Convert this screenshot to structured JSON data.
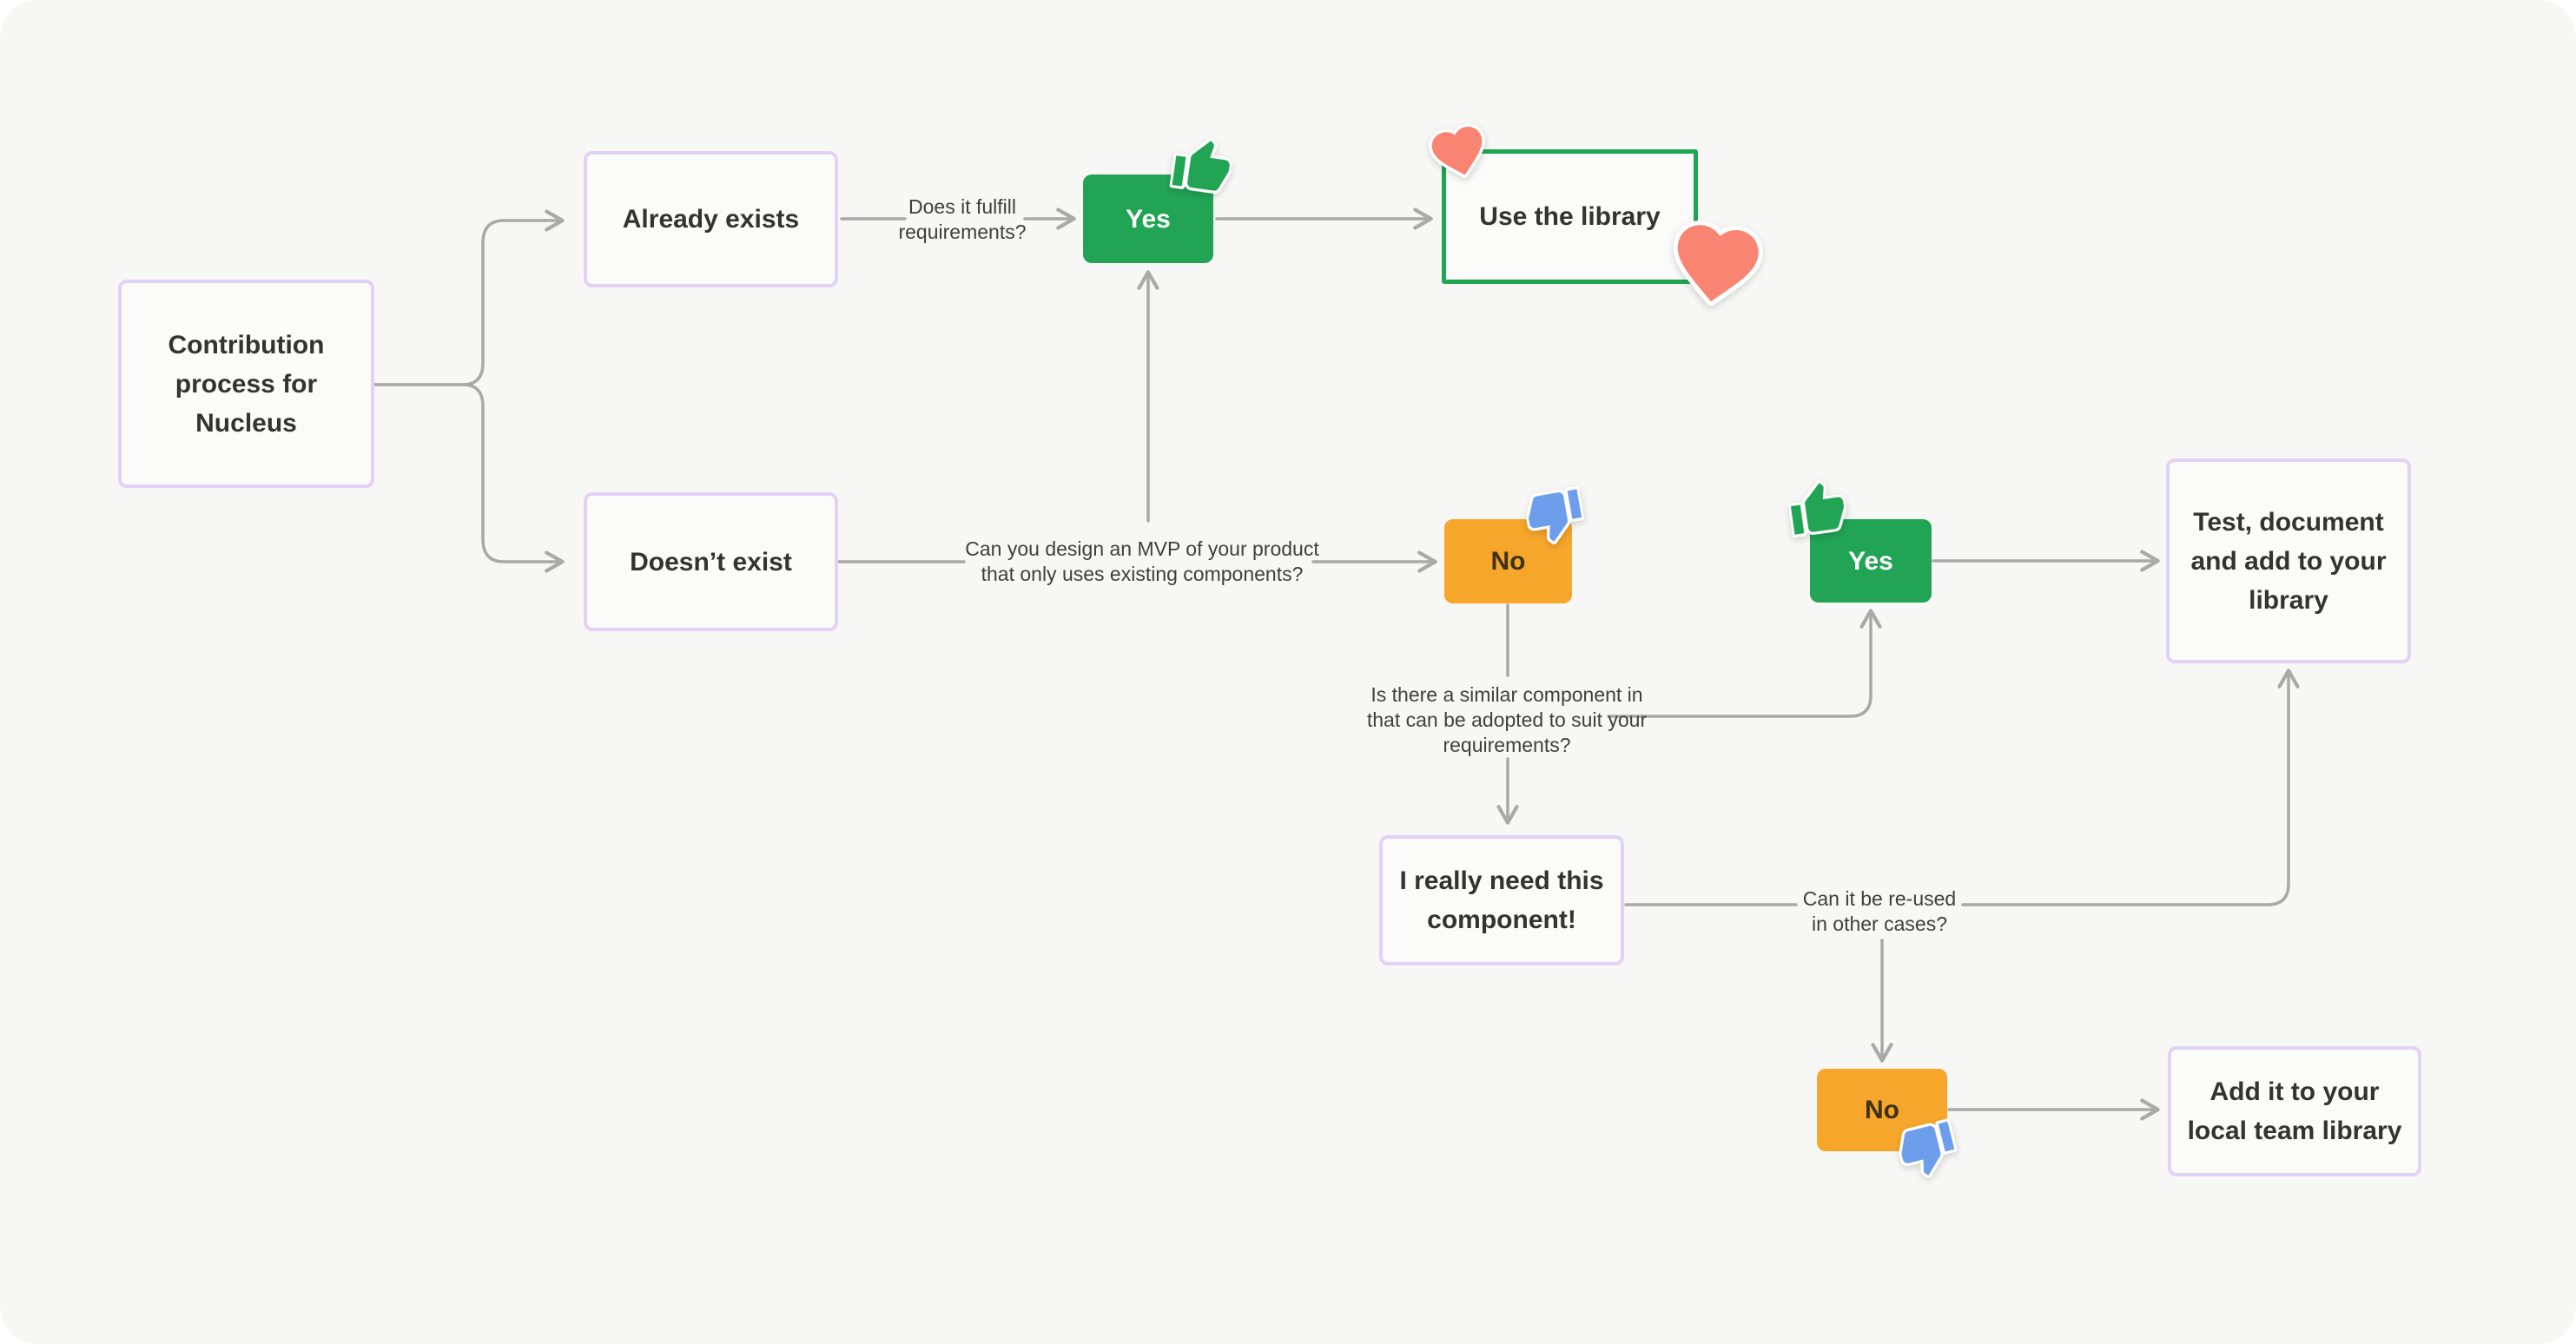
{
  "canvas": {
    "background": "#f7f7f5"
  },
  "colors": {
    "purple_border": "#e2d3f6",
    "green": "#21a454",
    "green_border": "#1da750",
    "orange": "#f6a62b",
    "connector_gray": "#a9a9a9",
    "heart_coral": "#f98471",
    "thumb_blue": "#6d9eec",
    "text_dark": "#333333"
  },
  "nodes": {
    "start": {
      "label": "Contribution process for Nucleus"
    },
    "already_exists": {
      "label": "Already exists"
    },
    "yes1": {
      "label": "Yes"
    },
    "use_library": {
      "label": "Use the library"
    },
    "doesnt_exist": {
      "label": "Doesn’t exist"
    },
    "no1": {
      "label": "No"
    },
    "yes2": {
      "label": "Yes"
    },
    "test_document": {
      "label": "Test, document and add to your library"
    },
    "need_component": {
      "label": "I really need this component!"
    },
    "no2": {
      "label": "No"
    },
    "add_local": {
      "label": "Add it to your local team library"
    }
  },
  "edge_labels": {
    "fulfill": {
      "lines": [
        "Does it fulfill",
        "requirements?"
      ]
    },
    "design_mvp": {
      "lines": [
        "Can you design an MVP of your product",
        "that only uses existing components?"
      ]
    },
    "similar_component": {
      "lines": [
        "Is there a similar component in",
        "that can be adopted to suit your",
        "requirements?"
      ]
    },
    "reused": {
      "lines": [
        "Can it be re-used",
        "in other cases?"
      ]
    }
  },
  "stickers": {
    "thumbs_up_on_yes1": "thumbs-up",
    "heart_small_on_use_library": "heart",
    "heart_large_on_use_library": "heart",
    "thumbs_down_on_no1": "thumbs-down",
    "thumbs_up_on_yes2": "thumbs-up",
    "thumbs_down_on_no2": "thumbs-down"
  }
}
